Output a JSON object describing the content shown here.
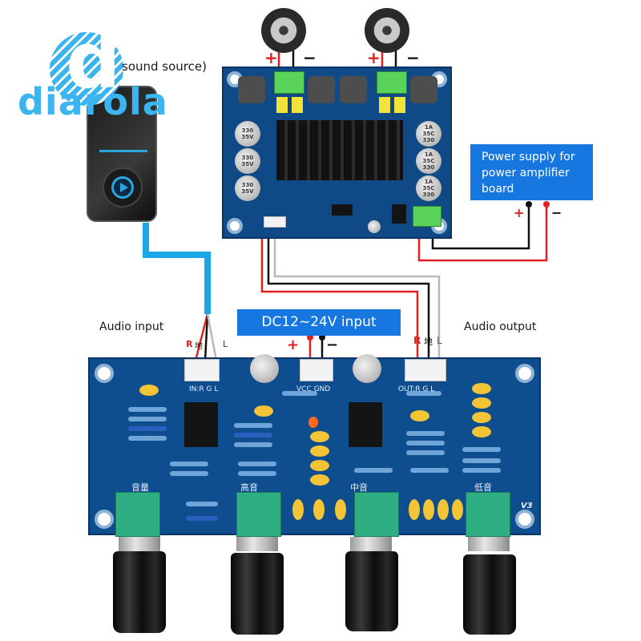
{
  "logo": {
    "letter": "d",
    "brand": "diarola",
    "color": "#3bb5ef"
  },
  "labels": {
    "sound_source": "sound source)",
    "power_supply": [
      "Power supply for",
      "power amplifier",
      "board"
    ],
    "dc_input": "DC12~24V input",
    "audio_input": "Audio input",
    "audio_output": "Audio output",
    "plus": "+",
    "minus": "−"
  },
  "input_connector": {
    "r": "R",
    "gnd": "地",
    "l": "L",
    "silk": "IN:R  G  L"
  },
  "output_connector": {
    "r": "R",
    "gnd": "地",
    "l": "L",
    "silk": "OUT:R  G  L"
  },
  "power_connector": {
    "silk": "VCC  GND"
  },
  "knobs": [
    {
      "label": "音量"
    },
    {
      "label": "高音"
    },
    {
      "label": "中音"
    },
    {
      "label": "低音"
    }
  ],
  "board_version": "V3",
  "amp_caps": {
    "left": [
      "330\n35V",
      "330\n35V",
      "330\n35V"
    ],
    "right": [
      "1A\n35C\n330",
      "1A\n35C\n330",
      "1A\n35C\n330"
    ]
  },
  "colors": {
    "wire_red": "#e02020",
    "wire_black": "#111111",
    "wire_gray": "#b8b8b8",
    "wire_blue": "#1aa7e6",
    "pcb_blue": "#0f4a86",
    "box_blue": "#1677e0"
  }
}
